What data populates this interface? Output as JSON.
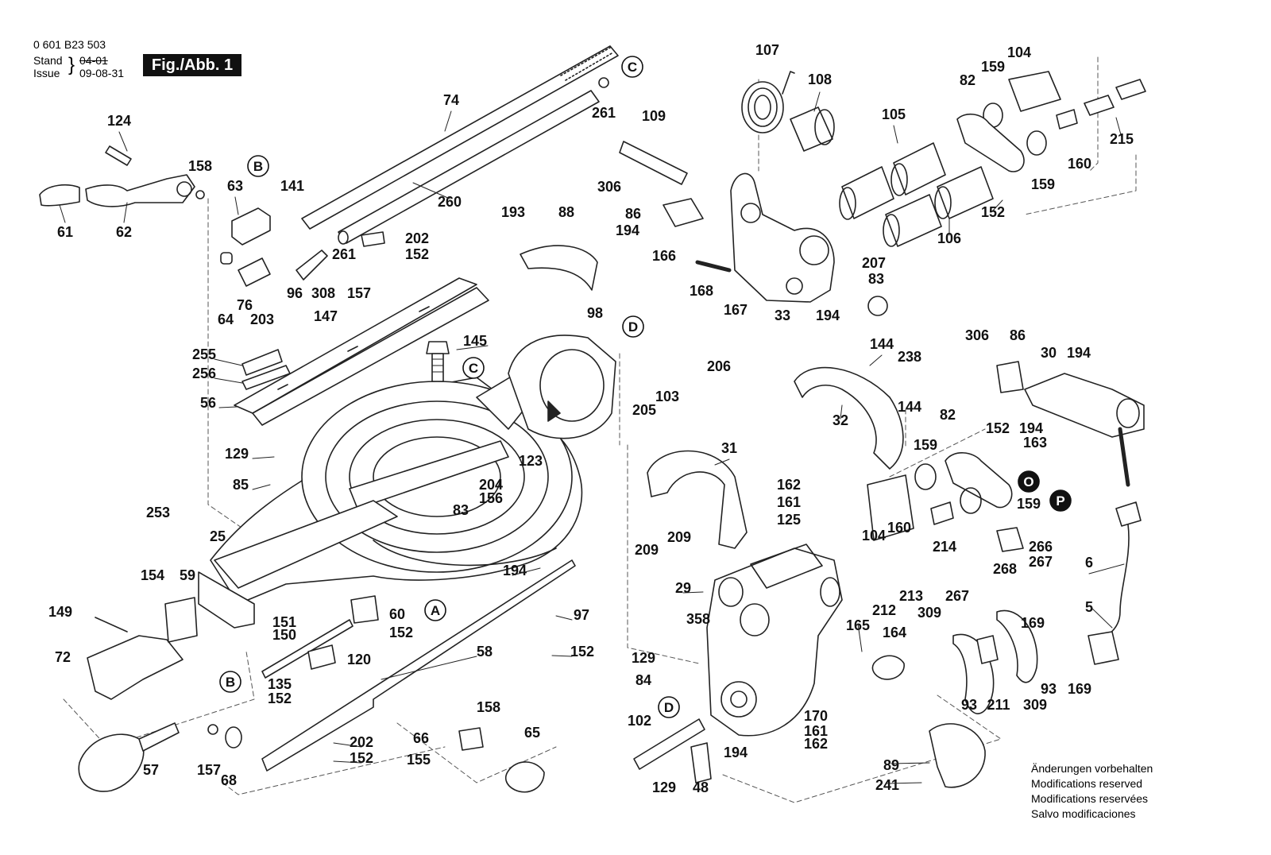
{
  "header": {
    "doc_number": "0 601 B23 503",
    "stand_label": "Stand",
    "issue_label": "Issue",
    "stand_value": "04-01",
    "issue_value": "09-08-31",
    "figure_label": "Fig./Abb. 1"
  },
  "notice": [
    "Änderungen vorbehalten",
    "Modifications reserved",
    "Modifications reservées",
    "Salvo modificaciones"
  ],
  "callouts": [
    "A",
    "B",
    "B",
    "C",
    "C",
    "D",
    "D",
    "O",
    "P"
  ],
  "part_labels": [
    "74",
    "261",
    "124",
    "158",
    "61",
    "62",
    "63",
    "141",
    "260",
    "261",
    "202",
    "152",
    "64",
    "76",
    "96",
    "308",
    "157",
    "203",
    "147",
    "145",
    "255",
    "256",
    "56",
    "129",
    "85",
    "253",
    "25",
    "154",
    "59",
    "149",
    "72",
    "151",
    "150",
    "60",
    "152",
    "135",
    "152",
    "120",
    "58",
    "57",
    "157",
    "68",
    "158",
    "66",
    "155",
    "202",
    "152",
    "65",
    "193",
    "88",
    "98",
    "123",
    "204",
    "156",
    "83",
    "194",
    "97",
    "152",
    "205",
    "103",
    "206",
    "107",
    "108",
    "109",
    "306",
    "86",
    "194",
    "166",
    "168",
    "167",
    "33",
    "194",
    "207",
    "83",
    "104",
    "159",
    "82",
    "105",
    "106",
    "152",
    "159",
    "160",
    "215",
    "144",
    "238",
    "144",
    "32",
    "31",
    "162",
    "161",
    "125",
    "209",
    "209",
    "29",
    "358",
    "129",
    "84",
    "165",
    "164",
    "170",
    "161",
    "162",
    "194",
    "102",
    "129",
    "48",
    "306",
    "86",
    "30",
    "194",
    "152",
    "194",
    "163",
    "82",
    "159",
    "159",
    "104",
    "160",
    "214",
    "213",
    "212",
    "266",
    "267",
    "268",
    "267",
    "309",
    "169",
    "93",
    "211",
    "309",
    "93",
    "169",
    "89",
    "241",
    "6",
    "5"
  ]
}
